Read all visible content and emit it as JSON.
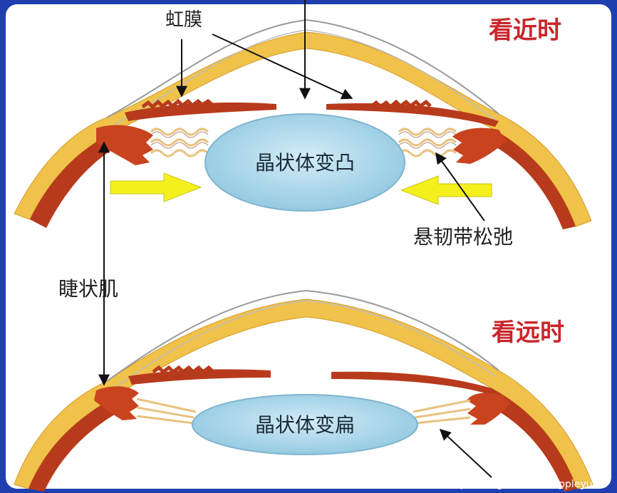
{
  "labels": {
    "iris": "虹膜",
    "ciliary_muscle": "睫状肌",
    "zonule_relaxed": "悬韧带松弛"
  },
  "near": {
    "title": "看近时",
    "lens": "晶状体变凸"
  },
  "far": {
    "title": "看远时",
    "lens": "晶状体变扁"
  },
  "watermark": "https://blog.csdn.net/appleyuchi",
  "colors": {
    "background": "#1f3fb0",
    "sclera": "#f0c24a",
    "choroid": "#b83a1c",
    "lens": "#a9d6ea",
    "arrow": "#f4f01e",
    "title": "#c9252a"
  }
}
